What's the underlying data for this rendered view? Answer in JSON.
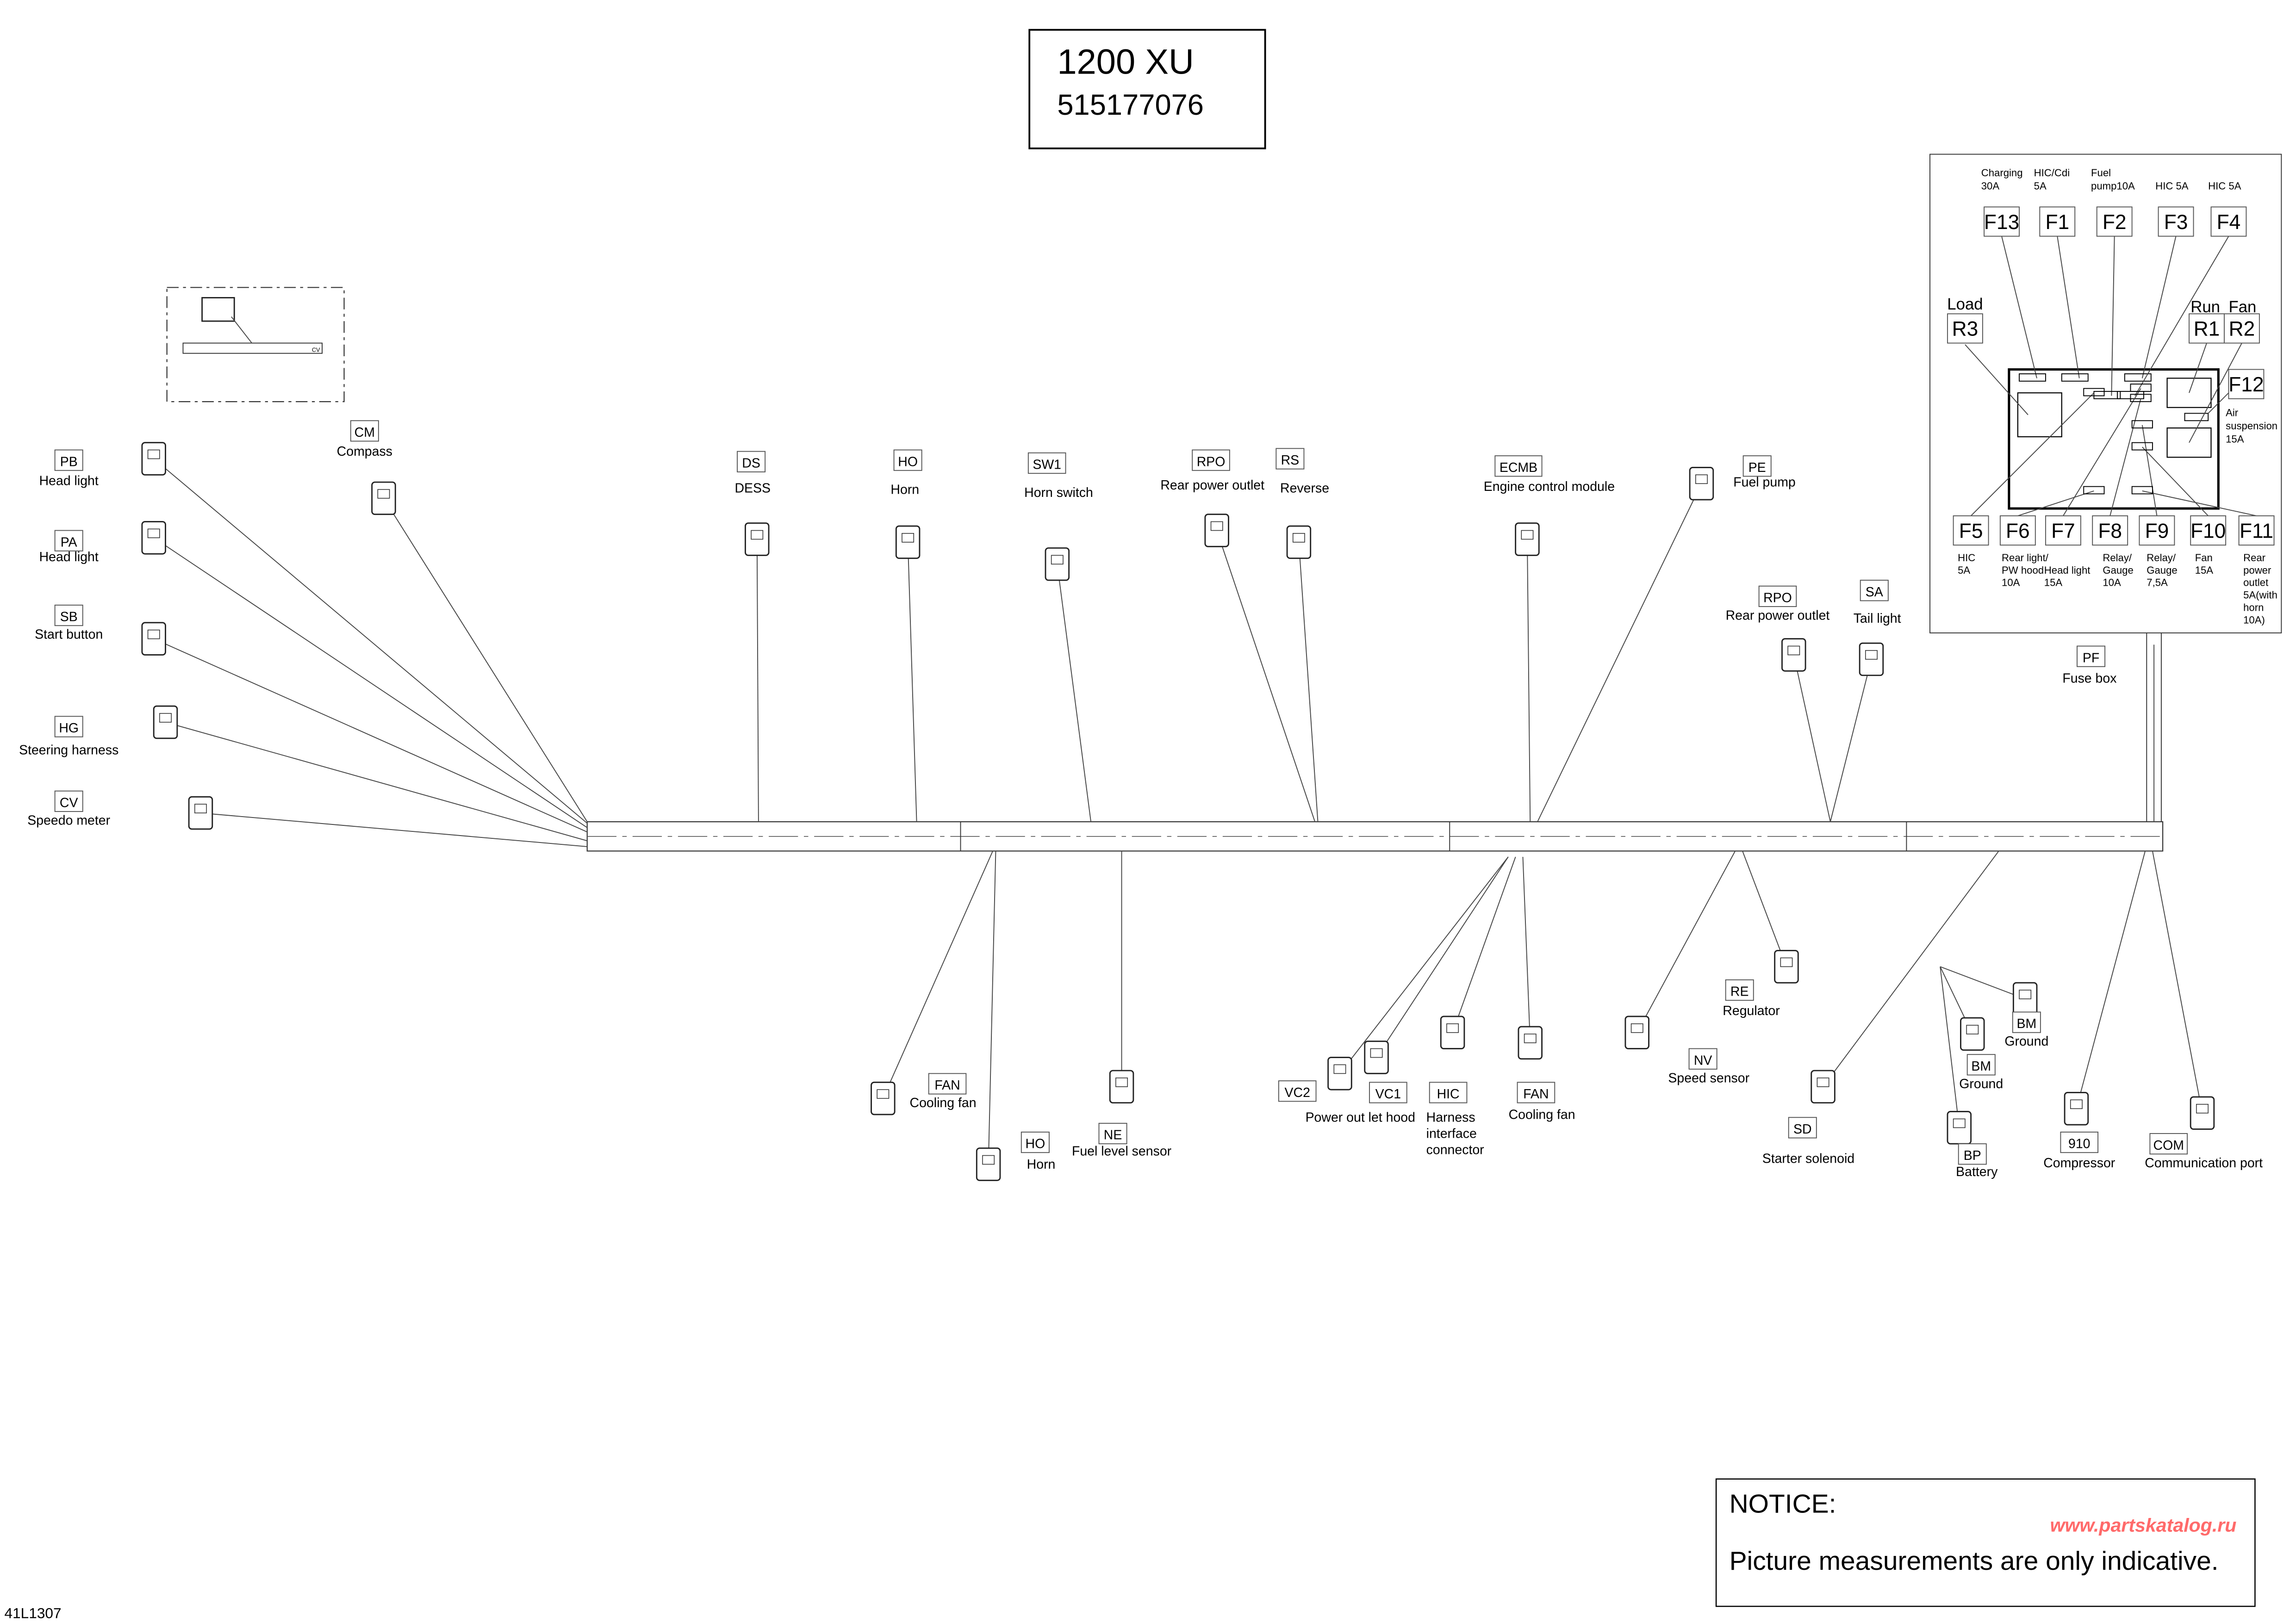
{
  "title": {
    "model": "1200 XU",
    "part_number": "515177076"
  },
  "drawing_code": "41L1307",
  "notice": {
    "heading": "NOTICE:",
    "text": "Picture measurements are only indicative.",
    "watermark": "www.partskatalog.ru",
    "watermark_color": "#ff6a6a"
  },
  "inset": {
    "label": "CV"
  },
  "connectors": [
    {
      "code": "PB",
      "name": [
        "Head light"
      ]
    },
    {
      "code": "PA",
      "name": [
        "Head light"
      ]
    },
    {
      "code": "SB",
      "name": [
        "Start button"
      ]
    },
    {
      "code": "HG",
      "name": [
        "Steering harness"
      ]
    },
    {
      "code": "CV",
      "name": [
        "Speedo meter"
      ]
    },
    {
      "code": "CM",
      "name": [
        "Compass"
      ]
    },
    {
      "code": "DS",
      "name": [
        "DESS"
      ]
    },
    {
      "code": "HO",
      "name": [
        "Horn"
      ]
    },
    {
      "code": "SW1",
      "name": [
        "Horn switch"
      ]
    },
    {
      "code": "RPO",
      "name": [
        "Rear power outlet"
      ]
    },
    {
      "code": "RS",
      "name": [
        "Reverse"
      ]
    },
    {
      "code": "ECMB",
      "name": [
        "Engine control module"
      ]
    },
    {
      "code": "PE",
      "name": [
        "Fuel pump"
      ]
    },
    {
      "code": "RPO",
      "name": [
        "Rear power outlet"
      ]
    },
    {
      "code": "SA",
      "name": [
        "Tail light"
      ]
    },
    {
      "code": "PF",
      "name": [
        "Fuse box"
      ]
    },
    {
      "code": "FAN",
      "name": [
        "Cooling fan"
      ]
    },
    {
      "code": "HO",
      "name": [
        "Horn"
      ]
    },
    {
      "code": "NE",
      "name": [
        "Fuel level sensor"
      ]
    },
    {
      "code": "VC2",
      "name": []
    },
    {
      "code": "VC1",
      "name": [
        "Power out let hood"
      ]
    },
    {
      "code": "HIC",
      "name": [
        "Harness",
        "interface",
        "connector"
      ]
    },
    {
      "code": "FAN",
      "name": [
        "Cooling fan"
      ]
    },
    {
      "code": "RE",
      "name": [
        "Regulator"
      ]
    },
    {
      "code": "NV",
      "name": [
        "Speed sensor"
      ]
    },
    {
      "code": "SD",
      "name": [
        "Starter solenoid"
      ]
    },
    {
      "code": "BM",
      "name": [
        "Ground"
      ]
    },
    {
      "code": "BM",
      "name": [
        "Ground"
      ]
    },
    {
      "code": "BP",
      "name": [
        "Battery"
      ]
    },
    {
      "code": "910",
      "name": [
        "Compressor"
      ]
    },
    {
      "code": "COM",
      "name": [
        "Communication port"
      ]
    }
  ],
  "fuse_box": {
    "top_fuses": [
      {
        "code": "F13",
        "desc": [
          "Charging",
          "30A"
        ]
      },
      {
        "code": "F1",
        "desc": [
          "HIC/Cdi",
          "5A"
        ]
      },
      {
        "code": "F2",
        "desc": [
          "Fuel",
          "pump10A"
        ]
      },
      {
        "code": "F3",
        "desc": [
          "",
          "HIC 5A"
        ]
      },
      {
        "code": "F4",
        "desc": [
          "",
          "HIC 5A"
        ]
      }
    ],
    "relays": [
      {
        "code": "R3",
        "desc": "Load"
      },
      {
        "code": "R1",
        "desc": "Run"
      },
      {
        "code": "R2",
        "desc": "Fan"
      }
    ],
    "side_fuse": {
      "code": "F12",
      "desc": [
        "Air",
        "suspension",
        "15A"
      ]
    },
    "bottom_fuses": [
      {
        "code": "F5",
        "desc": [
          "HIC",
          "5A"
        ]
      },
      {
        "code": "F6",
        "desc": [
          "Rear light/",
          "PW hood",
          "10A"
        ]
      },
      {
        "code": "F7",
        "desc": [
          "",
          "Head light",
          "15A"
        ]
      },
      {
        "code": "F8",
        "desc": [
          "Relay/",
          "Gauge",
          "10A"
        ]
      },
      {
        "code": "F9",
        "desc": [
          "Relay/",
          "Gauge",
          "7,5A"
        ]
      },
      {
        "code": "F10",
        "desc": [
          "Fan",
          "15A"
        ]
      },
      {
        "code": "F11",
        "desc": [
          "Rear",
          "power",
          "outlet",
          "5A(with",
          "horn",
          "10A)"
        ]
      }
    ]
  }
}
